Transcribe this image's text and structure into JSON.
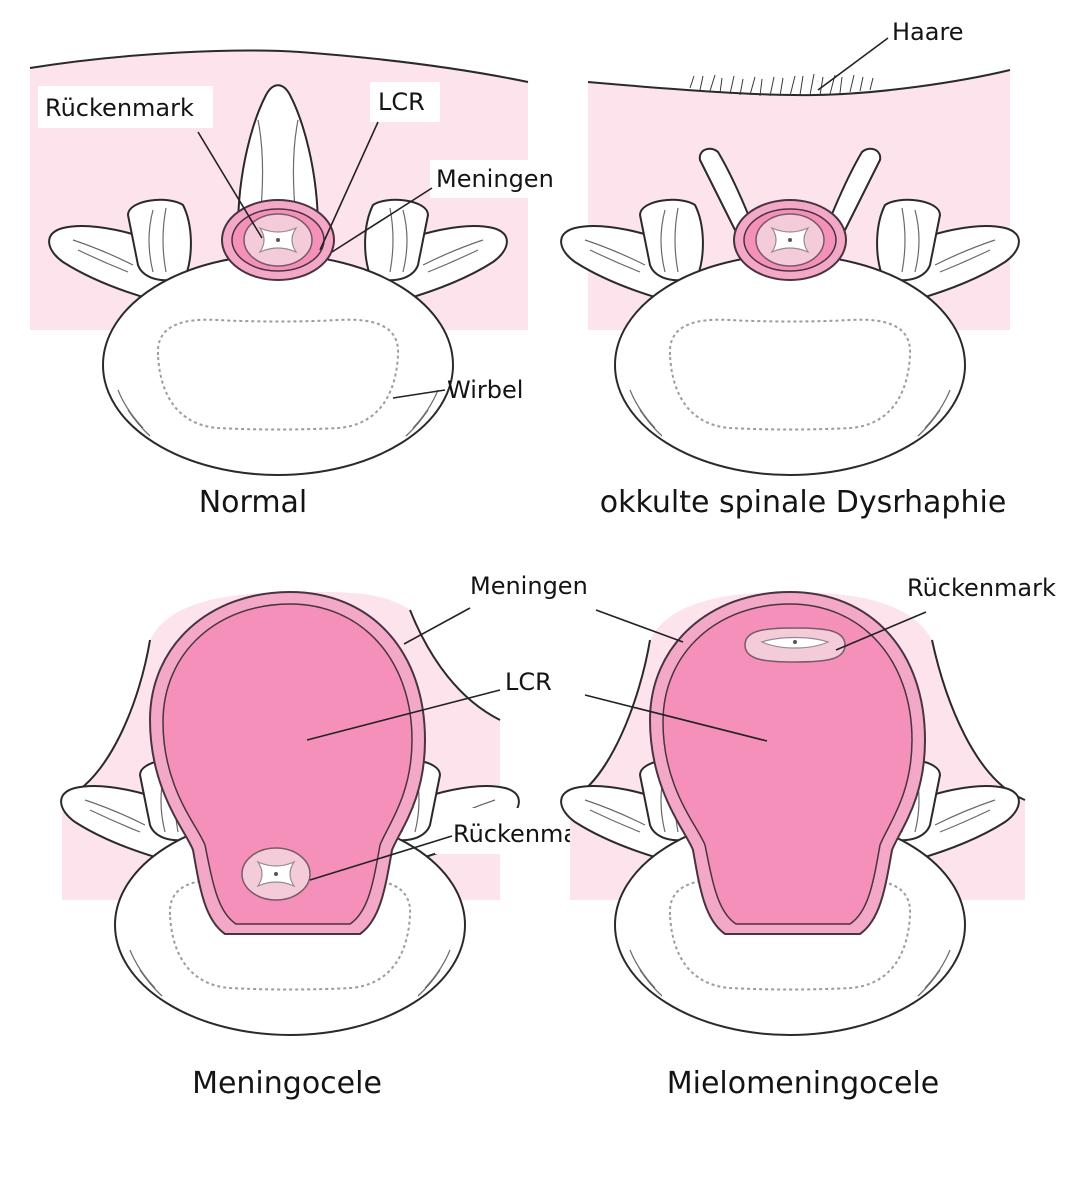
{
  "colors": {
    "tissue": "#fde3ec",
    "meninges": "#f4a8c8",
    "csf": "#f590bb",
    "cord": "#f3cbd9",
    "bone": "#ffffff",
    "outline": "#2a2a2a"
  },
  "panels": {
    "normal": {
      "caption": "Normal",
      "labels": {
        "spinal_cord": "Rückenmark",
        "csf": "LCR",
        "meninges": "Meningen",
        "vertebra": "Wirbel"
      }
    },
    "occult": {
      "caption": "okkulte spinale Dysrhaphie",
      "labels": {
        "hair": "Haare"
      }
    },
    "meningocele": {
      "caption": "Meningocele",
      "labels": {
        "meninges": "Meningen",
        "csf": "LCR",
        "spinal_cord": "Rückenmark"
      }
    },
    "myelomeningocele": {
      "caption": "Mielomeningocele",
      "labels": {
        "spinal_cord": "Rückenmark"
      }
    }
  }
}
